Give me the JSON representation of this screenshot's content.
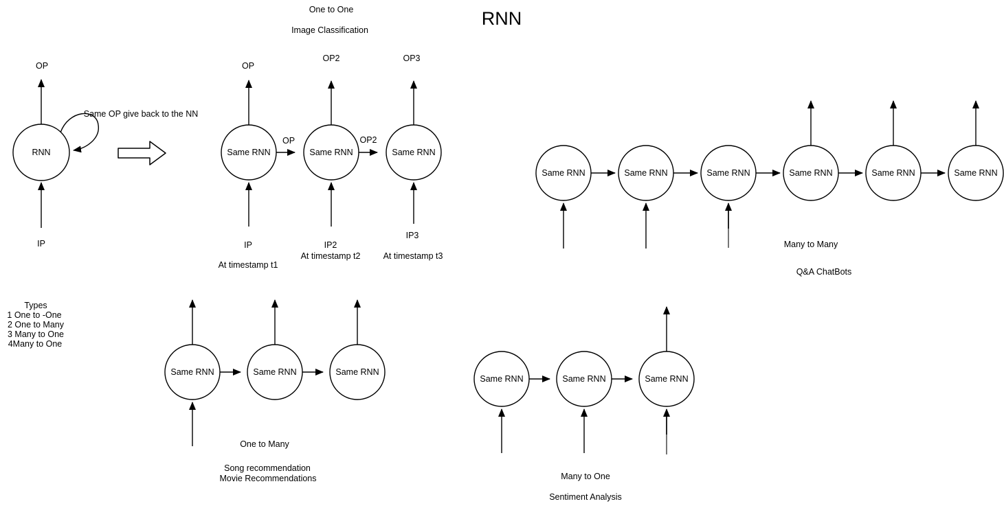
{
  "title": "RNN",
  "colors": {
    "line": "#000000",
    "gray_line": "#757575",
    "background": "#ffffff"
  },
  "one_to_one_single": {
    "node": "RNN",
    "output": "OP",
    "input": "IP",
    "loop_note": "Same OP give back to the NN"
  },
  "one_to_one_unrolled": {
    "heading": "One to One",
    "subheading": "Image Classification",
    "nodes": [
      "Same RNN",
      "Same RNN",
      "Same RNN"
    ],
    "outputs": [
      "OP",
      "OP2",
      "OP3"
    ],
    "inputs": [
      "IP",
      "IP2",
      "IP3"
    ],
    "edge_labels": [
      "OP",
      "OP2"
    ],
    "timestamps": [
      "At timestamp t1",
      "At timestamp t2",
      "At timestamp t3"
    ]
  },
  "types_list": {
    "heading": "Types",
    "items": [
      "1 One to -One",
      "2 One to Many",
      "3 Many to One",
      "4Many to One"
    ]
  },
  "many_to_many": {
    "nodes": [
      "Same RNN",
      "Same RNN",
      "Same RNN",
      "Same RNN",
      "Same RNN",
      "Same RNN"
    ],
    "label": "Many to Many",
    "example": "Q&A ChatBots"
  },
  "one_to_many": {
    "nodes": [
      "Same RNN",
      "Same RNN",
      "Same RNN"
    ],
    "label": "One to Many",
    "examples": [
      "Song recommendation",
      "Movie Recommendations"
    ]
  },
  "many_to_one": {
    "nodes": [
      "Same RNN",
      "Same RNN",
      "Same RNN"
    ],
    "label": "Many to One",
    "example": "Sentiment Analysis"
  }
}
